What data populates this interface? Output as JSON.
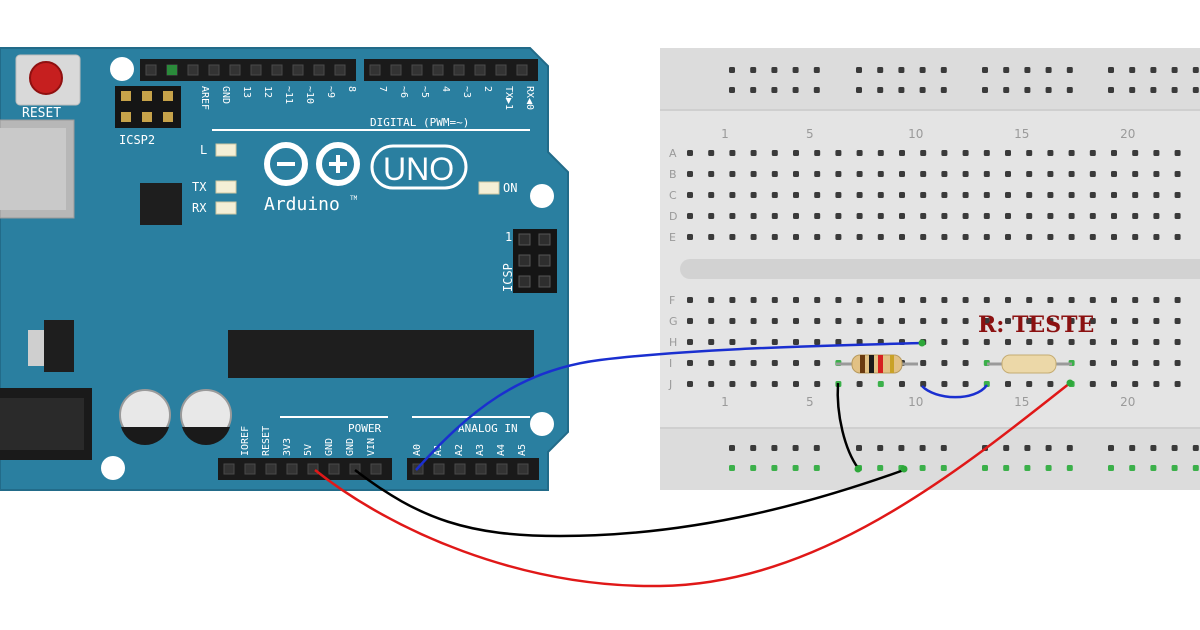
{
  "arduino": {
    "reset_label": "RESET",
    "icsp2_label": "ICSP2",
    "icsp_label": "ICSP",
    "digital_label": "DIGITAL (PWM=~)",
    "uno_label": "UNO",
    "brand_label": "Arduino",
    "tm": "TM",
    "led_l": "L",
    "led_tx": "TX",
    "led_rx": "RX",
    "led_on": "ON",
    "icsp_pin1": "1",
    "power_label": "POWER",
    "analog_label": "ANALOG IN",
    "digital_pins": [
      "AREF",
      "GND",
      "13",
      "12",
      "~11",
      "~10",
      "~9",
      "8",
      "7",
      "~6",
      "~5",
      "4",
      "~3",
      "2",
      "TX▶1",
      "RX◀0"
    ],
    "power_pins": [
      "IOREF",
      "RESET",
      "3V3",
      "5V",
      "GND",
      "GND",
      "VIN"
    ],
    "analog_pins": [
      "A0",
      "A1",
      "A2",
      "A3",
      "A4",
      "A5"
    ]
  },
  "breadboard": {
    "rows_top": [
      "A",
      "B",
      "C",
      "D",
      "E"
    ],
    "rows_bottom": [
      "F",
      "G",
      "H",
      "I",
      "J"
    ],
    "col_numbers": [
      "1",
      "5",
      "10",
      "15",
      "20"
    ]
  },
  "components": {
    "resistor_label": "R: TESTE"
  },
  "colors": {
    "board": "#2a7fa0",
    "board_dark": "#1f6584",
    "wire_blue": "#1a2fd0",
    "wire_black": "#000000",
    "wire_red": "#e01818",
    "breadboard": "#e6e6e6",
    "label_red": "#8b1111"
  }
}
